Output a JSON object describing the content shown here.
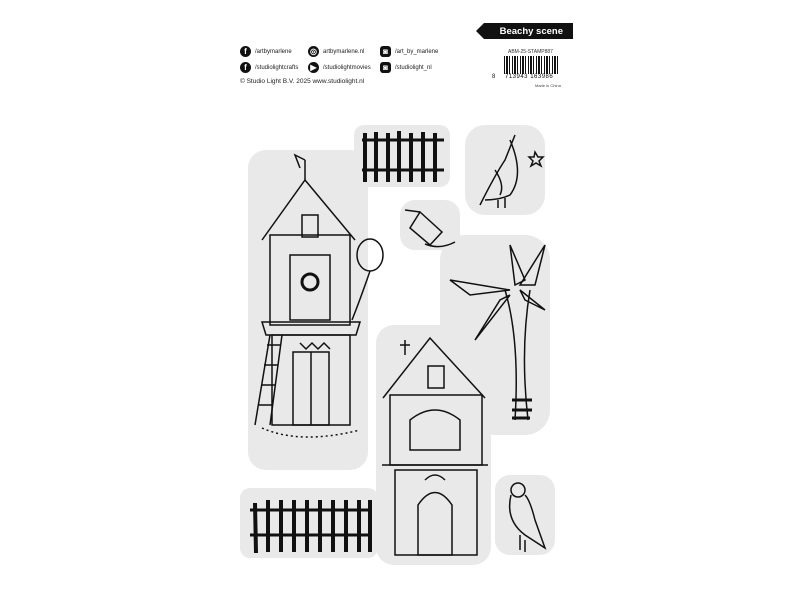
{
  "title": "Beachy scene",
  "socials": [
    {
      "icon": "facebook-icon",
      "label": "/artbymarlene"
    },
    {
      "icon": "globe-icon",
      "label": "artbymarlene.nl"
    },
    {
      "icon": "instagram-icon",
      "label": "/art_by_marlene"
    },
    {
      "icon": "facebook-icon",
      "label": "/studiolightcrafts"
    },
    {
      "icon": "youtube-icon",
      "label": "/studiolightmovies"
    },
    {
      "icon": "instagram-icon",
      "label": "/studiolight_nl"
    }
  ],
  "copyright": "© Studio Light B.V. 2025   www.studiolight.nl",
  "sku": "ABM-25-STAMP887",
  "barcode_prefix": "8",
  "barcode_number": "713943 163986",
  "made_in": "Made in China"
}
